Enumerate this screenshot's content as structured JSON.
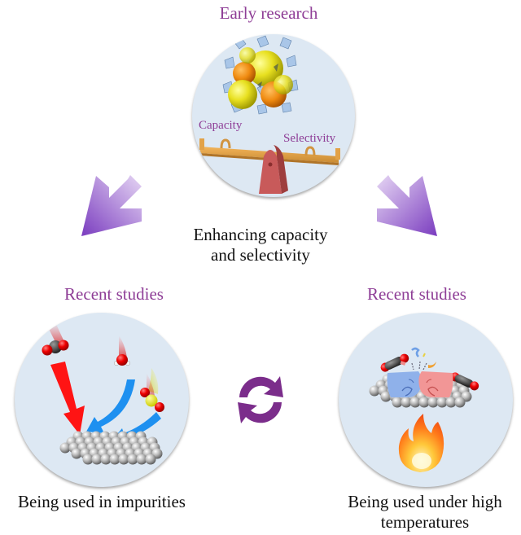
{
  "top": {
    "title": "Early research",
    "label_left": "Capacity",
    "label_right": "Selectivity",
    "caption_line1": "Enhancing capacity",
    "caption_line2": "and selectivity"
  },
  "left": {
    "title": "Recent studies",
    "caption": "Being used in impurities"
  },
  "right": {
    "title": "Recent studies",
    "caption_line1": "Being used under high",
    "caption_line2": "temperatures"
  },
  "icons": {
    "top": [
      "mof-structure-icon",
      "seesaw-icon"
    ],
    "left": [
      "co2-molecule-icon",
      "h2o-molecule-icon",
      "so2-molecule-icon",
      "adsorbent-surface-icon"
    ],
    "right": [
      "co2-molecule-icon",
      "fist-bump-icon",
      "adsorbent-surface-icon",
      "fire-icon"
    ],
    "center": "cycle-arrows-icon"
  },
  "colors": {
    "title": "#8e3d96",
    "circle_fill": "#dde8f3",
    "arrow_purple": "#8a4dc4",
    "cycle_purple": "#7b2d8b",
    "red_arrow": "#ff1a1a",
    "blue_arrow": "#1e90f0"
  }
}
